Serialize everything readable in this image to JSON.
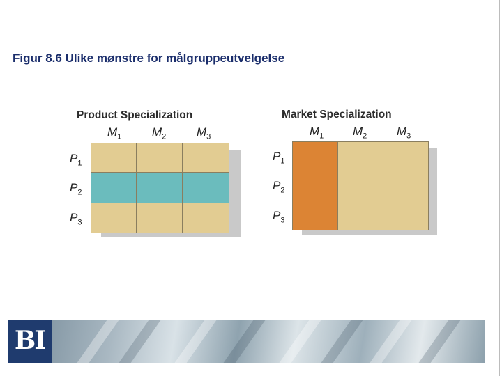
{
  "title": "Figur 8.6 Ulike mønstre for målgruppeutvelgelse",
  "panels": [
    {
      "title": "Product Specialization",
      "columns": [
        {
          "base": "M",
          "sub": "1"
        },
        {
          "base": "M",
          "sub": "2"
        },
        {
          "base": "M",
          "sub": "3"
        }
      ],
      "rows": [
        {
          "base": "P",
          "sub": "1"
        },
        {
          "base": "P",
          "sub": "2"
        },
        {
          "base": "P",
          "sub": "3"
        }
      ],
      "highlight": "row 2"
    },
    {
      "title": "Market Specialization",
      "columns": [
        {
          "base": "M",
          "sub": "1"
        },
        {
          "base": "M",
          "sub": "2"
        },
        {
          "base": "M",
          "sub": "3"
        }
      ],
      "rows": [
        {
          "base": "P",
          "sub": "1"
        },
        {
          "base": "P",
          "sub": "2"
        },
        {
          "base": "P",
          "sub": "3"
        }
      ],
      "highlight": "column 1"
    }
  ],
  "colors": {
    "cell": "#e2cc92",
    "teal": "#6bbcbd",
    "orange": "#dc8434",
    "title": "#1a2d6b",
    "logo_bg": "#1f3b6e"
  },
  "logo": {
    "text": "BI"
  }
}
